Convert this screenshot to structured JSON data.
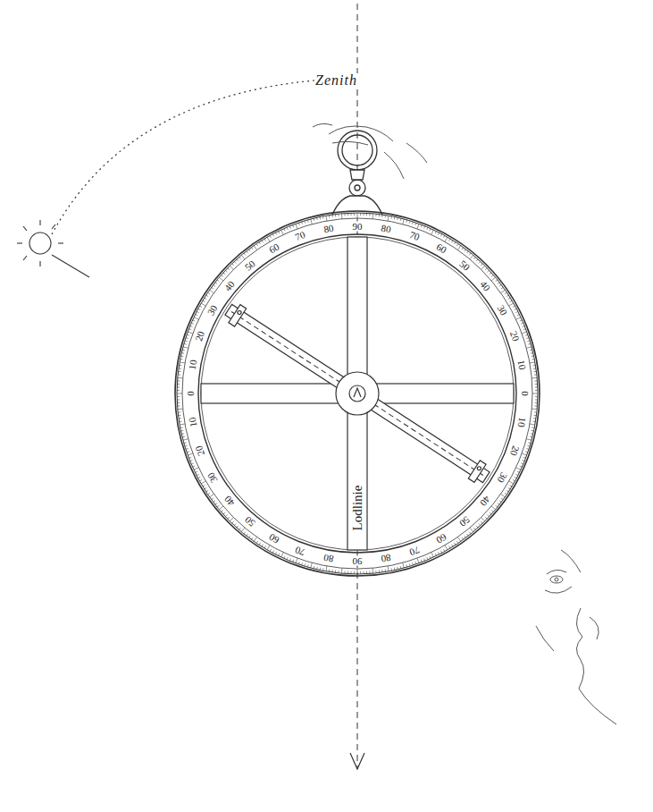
{
  "diagram": {
    "labels": [
      "Zenith",
      "90",
      "80",
      "70",
      "60",
      "50",
      "40",
      "30",
      "20",
      "10",
      "0",
      "10",
      "20",
      "30",
      "40",
      "50",
      "60",
      "70",
      "80",
      "90",
      "80",
      "70",
      "60",
      "50",
      "40",
      "30",
      "20",
      "10",
      "0",
      "10",
      "20",
      "30",
      "40",
      "50",
      "60",
      "70",
      "80",
      "Lodlinie"
    ]
  }
}
